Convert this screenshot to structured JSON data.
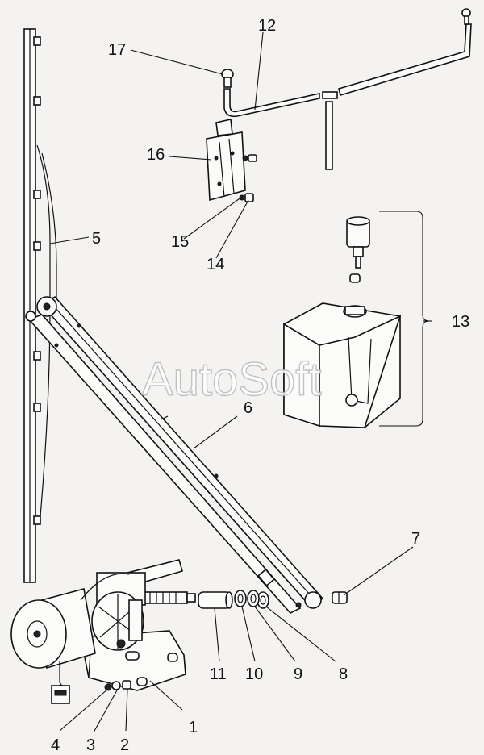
{
  "watermark": "AutoSoft",
  "callouts": {
    "c1": "1",
    "c2": "2",
    "c3": "3",
    "c4": "4",
    "c5": "5",
    "c6": "6",
    "c7": "7",
    "c8": "8",
    "c9": "9",
    "c10": "10",
    "c11": "11",
    "c12": "12",
    "c13": "13",
    "c14": "14",
    "c15": "15",
    "c16": "16",
    "c17": "17"
  }
}
